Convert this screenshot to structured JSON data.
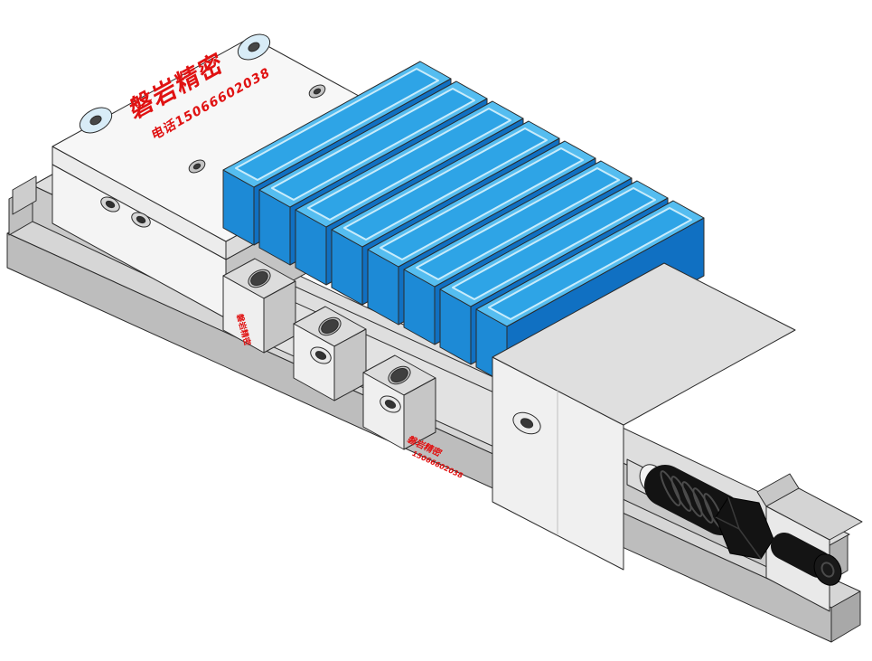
{
  "markings": {
    "brand": "磐岩精密",
    "phone": "电话15066602038",
    "side_mark": "磐岩精密",
    "front_mark_line1": "磐岩精密",
    "front_mark_line2": "15066602038"
  },
  "colors": {
    "background": "#ffffff",
    "marking_red": "#e01212",
    "jaw_blue_top": "#55bdf0",
    "jaw_blue_inner": "#2ea4e6",
    "jaw_blue_end": "#1d8ad6",
    "jaw_blue_side": "#1070c2",
    "body_white": "#f4f4f4",
    "body_light": "#e4e4e4",
    "body_mid": "#cccccc",
    "body_shadow": "#b3b3b3",
    "counterbore_face": "#d8ecf7",
    "screw_black": "#131313"
  }
}
